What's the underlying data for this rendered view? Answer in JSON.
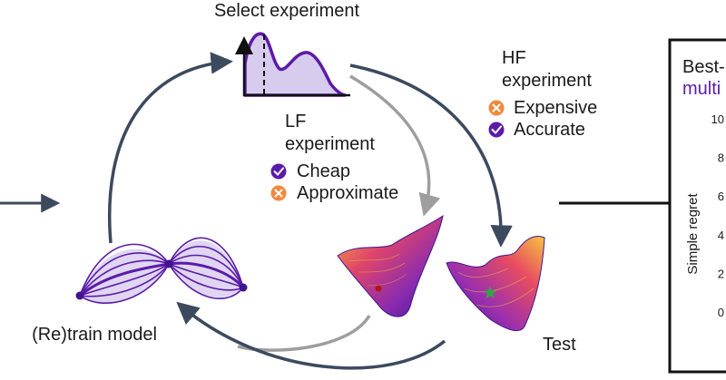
{
  "select": {
    "title": "Select experiment"
  },
  "lf": {
    "title_line1": "LF",
    "title_line2": "experiment",
    "pros": {
      "label": "Cheap",
      "icon": "check-icon"
    },
    "cons": {
      "label": "Approximate",
      "icon": "cross-icon"
    }
  },
  "hf": {
    "title_line1": "HF",
    "title_line2": "experiment",
    "cons": {
      "label": "Expensive",
      "icon": "cross-icon"
    },
    "pros": {
      "label": "Accurate",
      "icon": "check-icon"
    }
  },
  "retrain": {
    "label": "(Re)train model"
  },
  "test": {
    "label": "Test"
  },
  "panel": {
    "title_partial": "Best-",
    "subtitle_partial": "multi",
    "ylabel": "Simple regret",
    "ticks": [
      "10",
      "8",
      "6",
      "4",
      "2",
      "0"
    ]
  },
  "colors": {
    "purple": "#5b1ba8",
    "purple_fill": "#d8ccee",
    "orange": "#f08a3e",
    "arrow_dark": "#3c4a5e",
    "arrow_grey": "#9e9e9e"
  }
}
